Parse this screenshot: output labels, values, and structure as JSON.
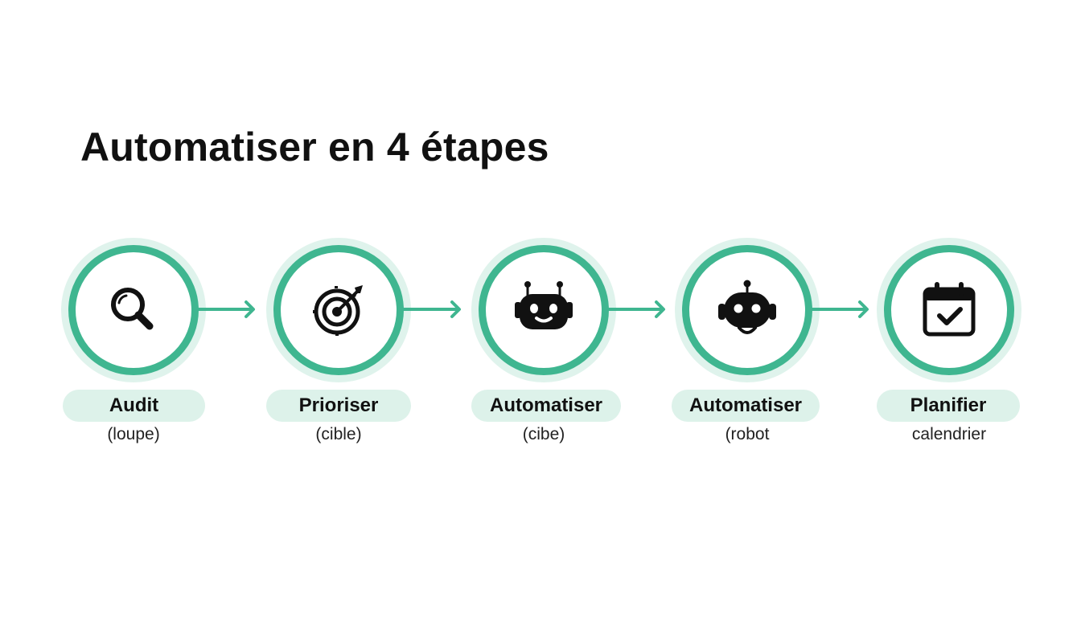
{
  "title": "Automatiser en 4 étapes",
  "accent_color": "#3fb690",
  "halo_color": "#dff3ec",
  "pill_color": "#ddf2ea",
  "steps": [
    {
      "label": "Audit",
      "caption": "(loupe)",
      "icon": "magnifier-icon"
    },
    {
      "label": "Prioriser",
      "caption": "(cible)",
      "icon": "target-icon"
    },
    {
      "label": "Automatiser",
      "caption": "(cibe)",
      "icon": "robot-face-icon"
    },
    {
      "label": "Automatiser",
      "caption": "(robot",
      "icon": "robot-icon"
    },
    {
      "label": "Planifier",
      "caption": "calendrier",
      "icon": "calendar-check-icon"
    }
  ]
}
